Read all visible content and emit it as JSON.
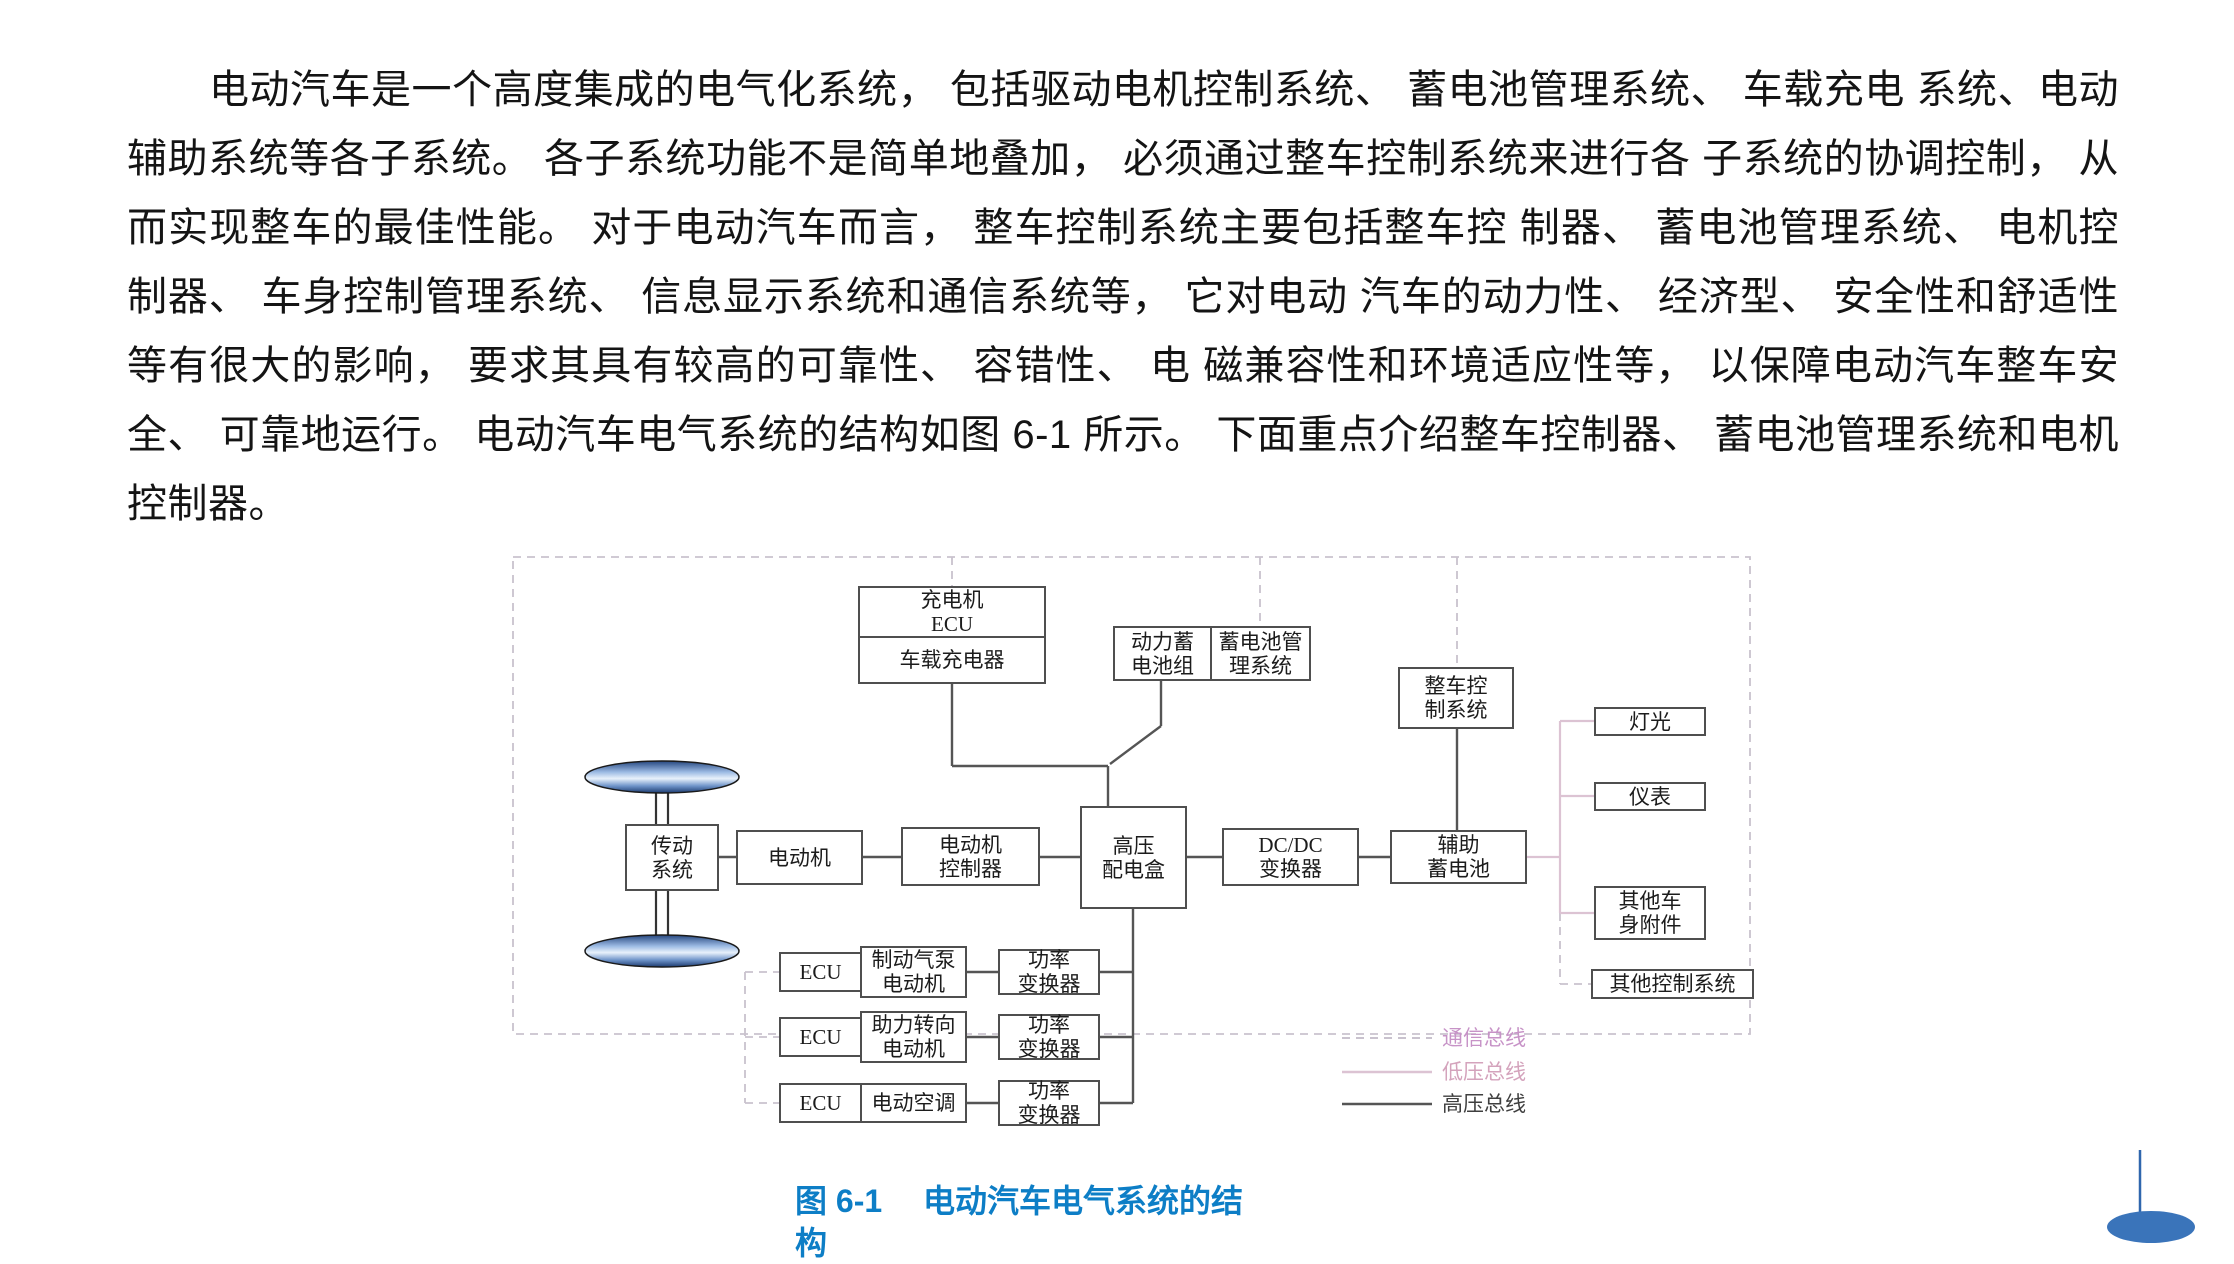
{
  "paragraph": {
    "text": "电动汽车是一个高度集成的电气化系统， 包括驱动电机控制系统、 蓄电池管理系统、 车载充电 系统、电动辅助系统等各子系统。 各子系统功能不是简单地叠加， 必须通过整车控制系统来进行各 子系统的协调控制， 从而实现整车的最佳性能。 对于电动汽车而言， 整车控制系统主要包括整车控 制器、 蓄电池管理系统、 电机控制器、 车身控制管理系统、 信息显示系统和通信系统等， 它对电动 汽车的动力性、 经济型、 安全性和舒适性等有很大的影响， 要求其具有较高的可靠性、 容错性、 电 磁兼容性和环境适应性等， 以保障电动汽车整车安全、 可靠地运行。 电动汽车电气系统的结构如图 6-1 所示。 下面重点介绍整车控制器、 蓄电池管理系统和电机控制器。"
  },
  "diagram": {
    "boxes": {
      "charger_ecu": "充电机\nECU",
      "onboard_charger": "车载充电器",
      "battery_pack": "动力蓄\n电池组",
      "battery_management": "蓄电池管\n理系统",
      "vehicle_control": "整车控\n制系统",
      "lights": "灯光",
      "instruments": "仪表",
      "body_accessories": "其他车\n身附件",
      "other_control_systems": "其他控制系统",
      "transmission": "传动\n系统",
      "motor": "电动机",
      "motor_controller": "电动机\n控制器",
      "hv_distribution": "高压\n配电盒",
      "dcdc_converter": "DC/DC\n变换器",
      "aux_battery": "辅助\n蓄电池",
      "ecu": "ECU",
      "brake_pump_motor": "制动气泵\n电动机",
      "steering_motor": "助力转向\n电动机",
      "electric_ac": "电动空调",
      "power_converter": "功率\n变换器"
    },
    "legend": {
      "comm_bus": "通信总线",
      "low_voltage_bus": "低压总线",
      "high_voltage_bus": "高压总线"
    }
  },
  "caption": {
    "line1": "图 6-1　 电动汽车电气系统的结",
    "line2": "构"
  },
  "colors": {
    "caption_blue": "#0d7ec6",
    "comm_bus_line": "#c9c2ce",
    "comm_bus_label": "#c793c7",
    "low_voltage_line": "#dcc3d3",
    "low_voltage_label": "#d4a3bc",
    "high_voltage_line": "#555555",
    "wheel_blue": "#3a74ba"
  }
}
